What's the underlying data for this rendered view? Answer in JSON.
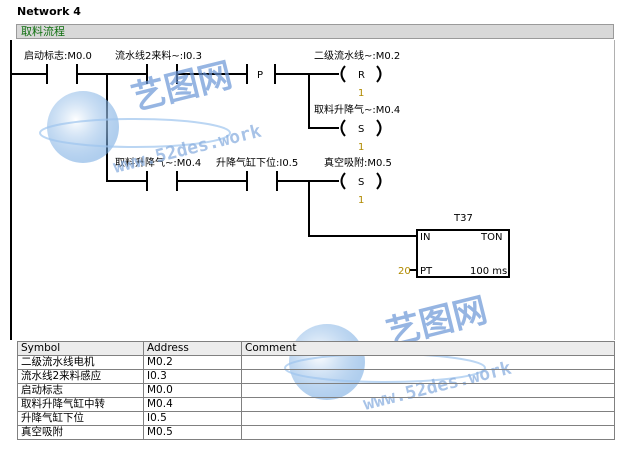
{
  "network": {
    "title": "Network 4",
    "comment": "取料流程"
  },
  "contacts": [
    {
      "label": "启动标志:M0.0"
    },
    {
      "label": "流水线2来料~:I0.3"
    },
    {
      "label": "取料升降气~:M0.4"
    },
    {
      "label": "升降气缸下位:I0.5"
    }
  ],
  "edge_detector": {
    "label": "P"
  },
  "coils": [
    {
      "label": "二级流水线~:M0.2",
      "op": "R",
      "count": "1"
    },
    {
      "label": "取料升降气~:M0.4",
      "op": "S",
      "count": "1"
    },
    {
      "label": "真空吸附:M0.5",
      "op": "S",
      "count": "1"
    }
  ],
  "timer": {
    "name": "T37",
    "in_pin": "IN",
    "type": "TON",
    "pt_pin": "PT",
    "pt_value": "20",
    "resolution": "100 ms"
  },
  "symbol_table": {
    "headers": [
      "Symbol",
      "Address",
      "Comment"
    ],
    "rows": [
      {
        "symbol": "二级流水线电机",
        "address": "M0.2",
        "comment": ""
      },
      {
        "symbol": "流水线2来料感应",
        "address": "I0.3",
        "comment": ""
      },
      {
        "symbol": "启动标志",
        "address": "M0.0",
        "comment": ""
      },
      {
        "symbol": "取料升降气缸中转",
        "address": "M0.4",
        "comment": ""
      },
      {
        "symbol": "升降气缸下位",
        "address": "I0.5",
        "comment": ""
      },
      {
        "symbol": "真空吸附",
        "address": "M0.5",
        "comment": ""
      }
    ]
  },
  "watermark": {
    "logo_text": "艺图网",
    "url_text": "www.52des.work"
  }
}
